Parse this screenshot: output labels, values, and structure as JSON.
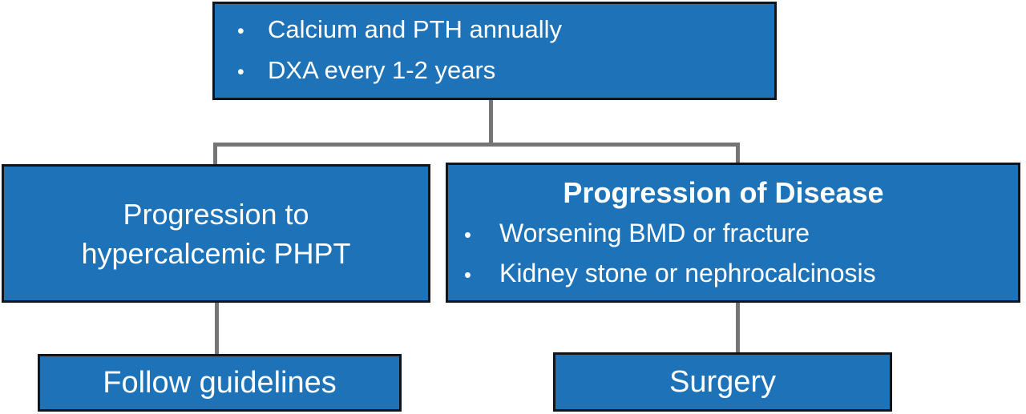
{
  "glyphs": {
    "bullet": "•"
  },
  "colors": {
    "box_fill": "#1E73B8",
    "box_border": "#10151b",
    "connector": "#757575",
    "text": "#ffffff",
    "background": "#ffffff"
  },
  "boxes": {
    "monitoring": {
      "items": [
        "Calcium and PTH annually",
        "DXA every 1-2 years"
      ]
    },
    "progression_phpt": {
      "line1": "Progression to",
      "line2": "hypercalcemic PHPT"
    },
    "progression_disease": {
      "title": "Progression of Disease",
      "items": [
        "Worsening BMD or fracture",
        "Kidney stone or nephrocalcinosis"
      ]
    },
    "follow_guidelines": {
      "label": "Follow guidelines"
    },
    "surgery": {
      "label": "Surgery"
    }
  }
}
